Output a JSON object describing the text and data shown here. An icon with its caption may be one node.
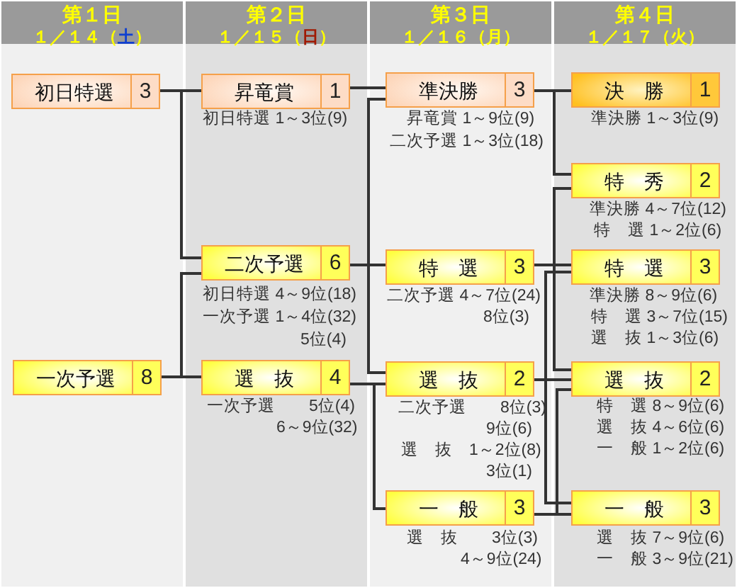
{
  "diagram": {
    "nodes": [
      {
        "text": [
          "第１日",
          "１／１４（土）"
        ]
      },
      {
        "text": [
          "初日特選",
          "3"
        ],
        "in": 0
      },
      {
        "text": [
          "一次予選",
          "8"
        ],
        "in": 0
      },
      {
        "text": [
          "第２日",
          "１／１５（日）"
        ]
      },
      {
        "text": [
          "昇竜賞",
          "1"
        ],
        "in": 3,
        "beside": [
          "初日特選 1～3位(9)"
        ]
      },
      {
        "text": [
          "二次予選",
          "6"
        ],
        "in": 3,
        "beside": [
          "初日特選 4～9位(18)",
          "一次予選 1～4位(32)",
          "5位(4)"
        ]
      },
      {
        "text": [
          "選　抜",
          "4"
        ],
        "in": 3,
        "beside": [
          "一次予選　　5位(4)",
          "6～9位(32)"
        ]
      },
      {
        "text": [
          "第３日",
          "１／１６（月）"
        ]
      },
      {
        "text": [
          "準決勝",
          "3"
        ],
        "in": 7,
        "beside": [
          "昇竜賞 1～9位(9)",
          "二次予選 1～3位(18)"
        ]
      },
      {
        "text": [
          "特　選",
          "3"
        ],
        "in": 7,
        "beside": [
          "二次予選 4～7位(24)",
          "8位(3)"
        ]
      },
      {
        "text": [
          "選　抜",
          "2"
        ],
        "in": 7,
        "beside": [
          "二次予選　　8位(3)",
          "9位(6)",
          "選　抜　1～2位(8)",
          "3位(1)"
        ]
      },
      {
        "text": [
          "一　般",
          "3"
        ],
        "in": 7,
        "beside": [
          "選　抜　　3位(3)",
          "4～9位(24)"
        ]
      },
      {
        "text": [
          "第４日",
          "１／１７（火）"
        ]
      },
      {
        "text": [
          "決　勝",
          "1"
        ],
        "in": 12,
        "beside": [
          "準決勝 1～3位(9)"
        ]
      },
      {
        "text": [
          "特　秀",
          "2"
        ],
        "in": 12,
        "beside": [
          "準決勝 4～7位(12)",
          "特　選 1～2位(6)"
        ]
      },
      {
        "text": [
          "特　選",
          "3"
        ],
        "in": 12,
        "beside": [
          "準決勝 8～9位(6)",
          "特　選 3～7位(15)",
          "選　抜 1～3位(6)"
        ]
      },
      {
        "text": [
          "選　抜",
          "2"
        ],
        "in": 12,
        "beside": [
          "特　選 8～9位(6)",
          "選　抜 4～6位(6)",
          "一　般 1～2位(6)"
        ]
      },
      {
        "text": [
          "一　般",
          "3"
        ],
        "in": 12,
        "beside": [
          "選　抜 7～9位(6)",
          "一　般 3～9位(21)"
        ]
      }
    ],
    "edges": [
      {
        "from": 1,
        "to": 4,
        "arrow": "none"
      },
      {
        "from": 1,
        "to": 5,
        "arrow": "none"
      },
      {
        "from": 2,
        "to": 5,
        "arrow": "none"
      },
      {
        "from": 2,
        "to": 6,
        "arrow": "none"
      },
      {
        "from": 4,
        "to": 8,
        "arrow": "none"
      },
      {
        "from": 5,
        "to": 8,
        "arrow": "none"
      },
      {
        "from": 5,
        "to": 9,
        "arrow": "none"
      },
      {
        "from": 5,
        "to": 10,
        "arrow": "none"
      },
      {
        "from": 6,
        "to": 10,
        "arrow": "none"
      },
      {
        "from": 6,
        "to": 11,
        "arrow": "none"
      },
      {
        "from": 8,
        "to": 13,
        "arrow": "none"
      },
      {
        "from": 8,
        "to": 14,
        "arrow": "none"
      },
      {
        "from": 9,
        "to": 14,
        "arrow": "none"
      },
      {
        "from": 9,
        "to": 15,
        "arrow": "none"
      },
      {
        "from": 9,
        "to": 16,
        "arrow": "none"
      },
      {
        "from": 10,
        "to": 15,
        "arrow": "none"
      },
      {
        "from": 10,
        "to": 16,
        "arrow": "none"
      },
      {
        "from": 10,
        "to": 17,
        "arrow": "none"
      },
      {
        "from": 11,
        "to": 16,
        "arrow": "none"
      },
      {
        "from": 11,
        "to": 17,
        "arrow": "none"
      }
    ]
  }
}
